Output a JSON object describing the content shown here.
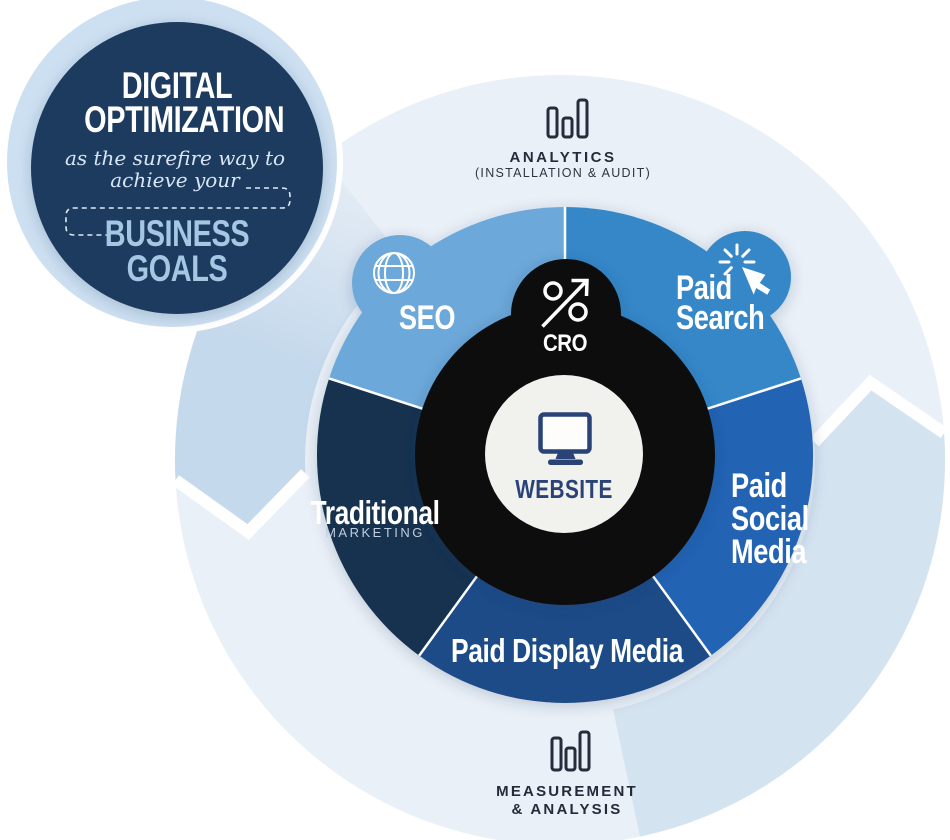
{
  "badge": {
    "title": "DIGITAL\nOPTIMIZATION",
    "subtitle": "as the surefire way to\nachieve your",
    "goal": "BUSINESS\nGOALS"
  },
  "analytics": {
    "title": "ANALYTICS",
    "subtitle": "(INSTALLATION & AUDIT)",
    "icon": "bar-chart-icon"
  },
  "measurement": {
    "title": "MEASUREMENT",
    "subtitle": "& ANALYSIS",
    "icon": "bar-chart-icon"
  },
  "center": {
    "cro_label": "CRO",
    "cro_icon": "percent-arrow-icon",
    "website_label": "WEBSITE",
    "website_icon": "monitor-icon"
  },
  "segments": [
    {
      "label": "SEO",
      "color": "#6ca8d9",
      "icon": "globe-icon"
    },
    {
      "label": "Paid\nSearch",
      "color": "#3487c8",
      "icon": "click-icon"
    },
    {
      "label": "Paid\nSocial\nMedia",
      "color": "#2063b4"
    },
    {
      "label": "Paid Display Media",
      "color": "#1b4c88"
    },
    {
      "label": "Traditional",
      "sublabel": "MARKETING",
      "color": "#143150"
    }
  ],
  "colors": {
    "badge_navy": "#1c3b5f",
    "badge_halo": "#cde0f1",
    "ring_base": "#eaf0f7",
    "ring_band_left": "#c5d9ec",
    "ring_band_right": "#d4e3f0",
    "center_black": "#0b0b0f",
    "center_disc": "#f1f1ee",
    "website_navy": "#2a4377",
    "label_dark": "#232c3a",
    "goal_text": "#a6c7e4"
  }
}
